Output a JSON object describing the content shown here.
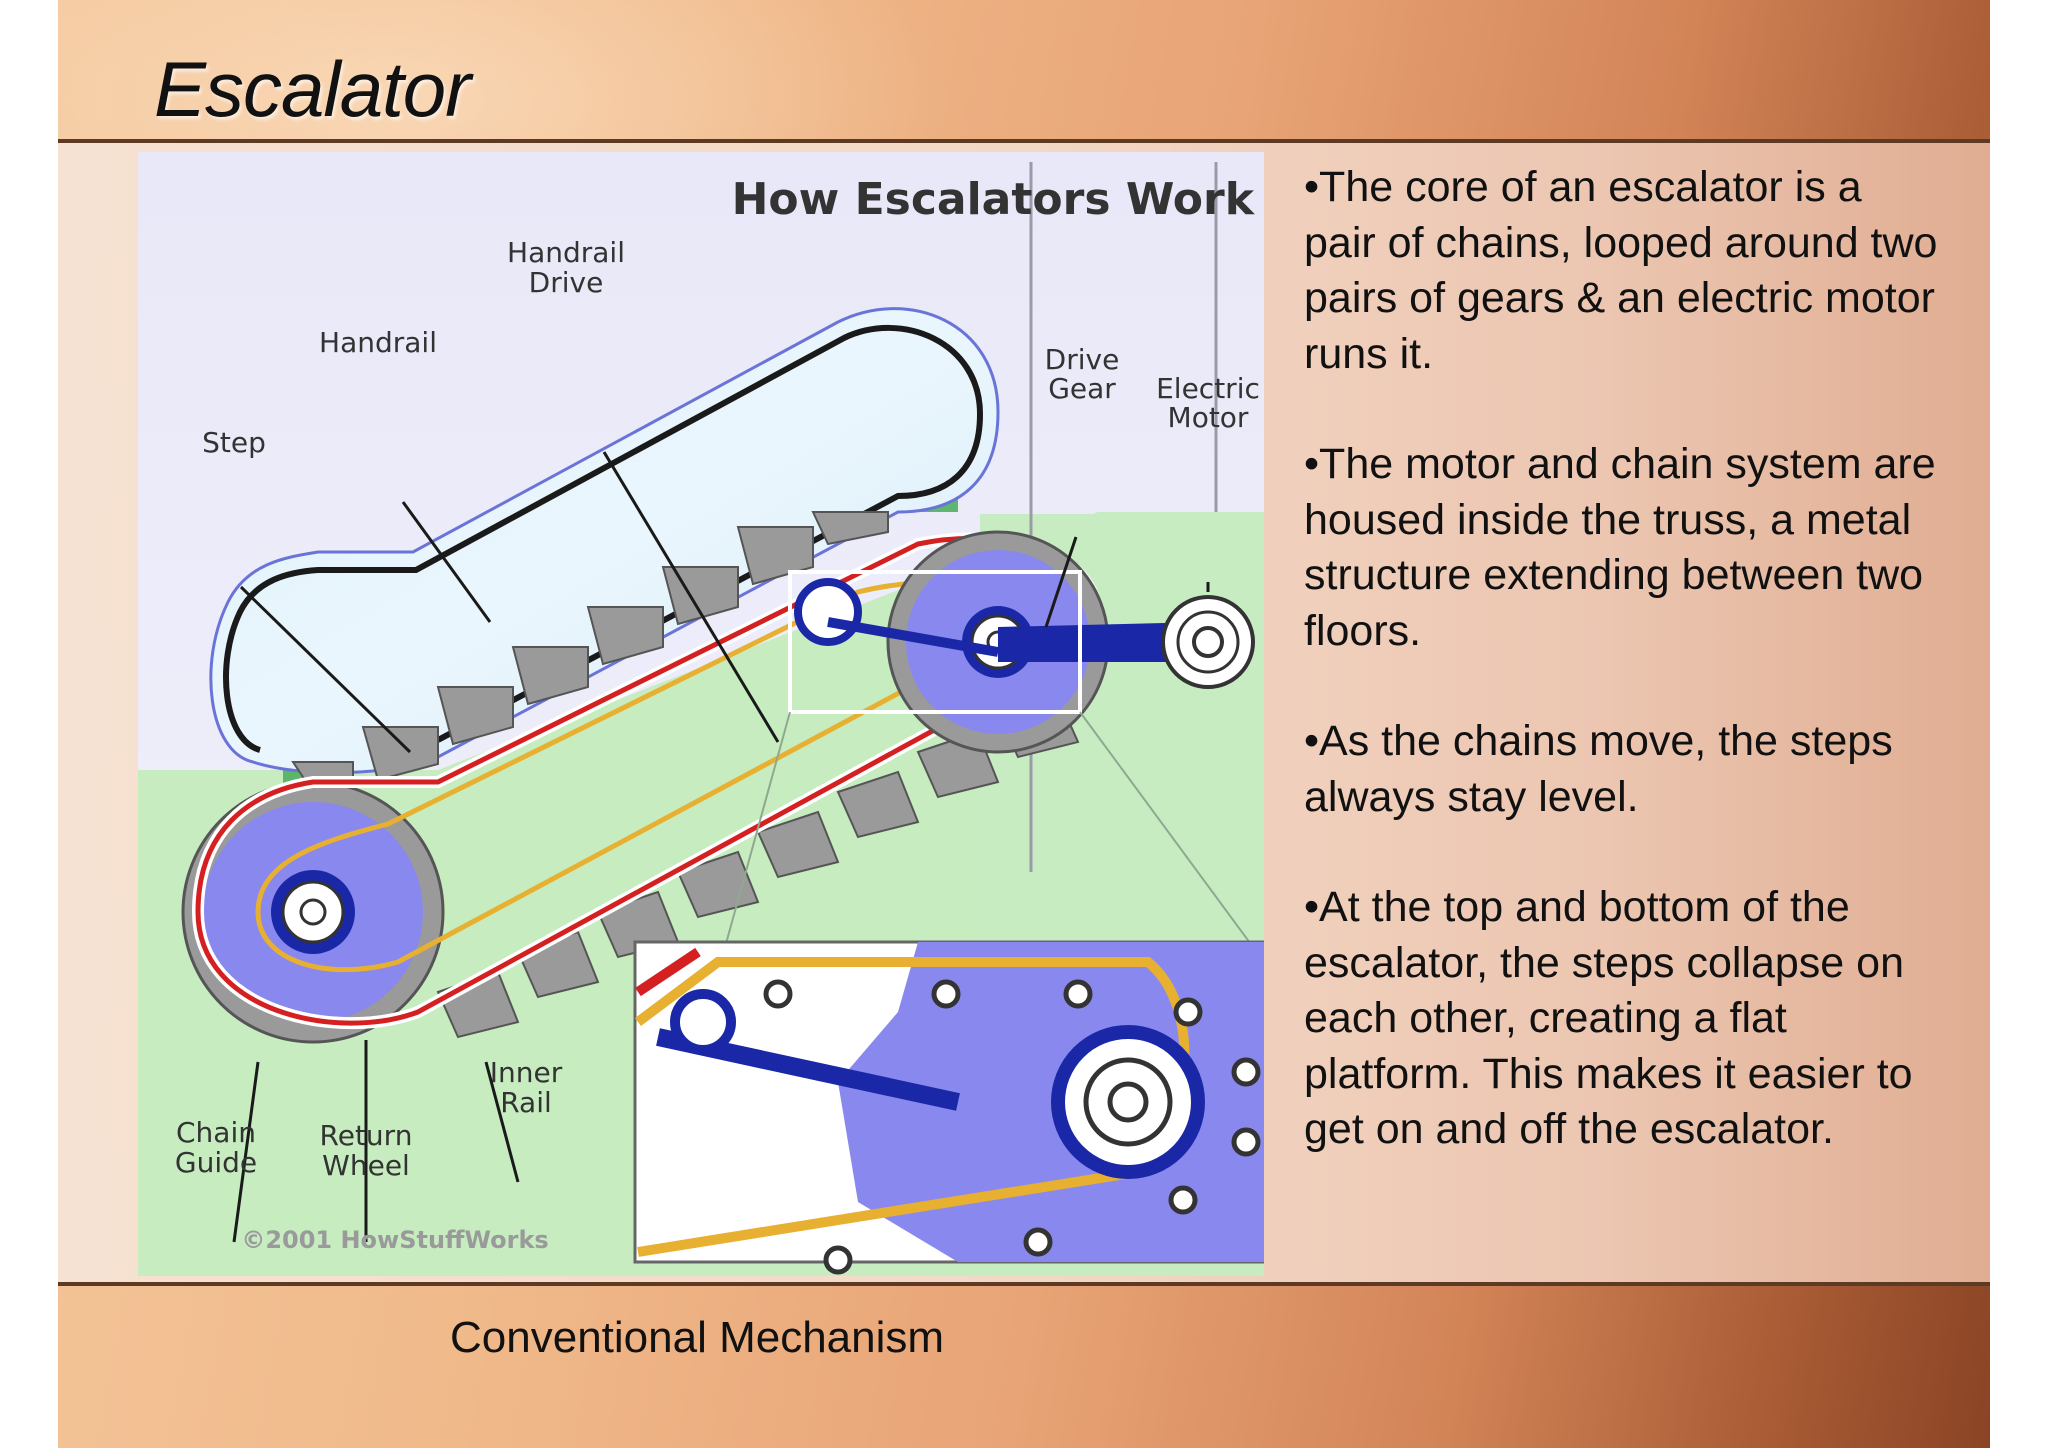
{
  "slide": {
    "title": "Escalator",
    "caption": "Conventional Mechanism"
  },
  "figure": {
    "heading": "How Escalators Work",
    "labels": {
      "handrail_drive_1": "Handrail",
      "handrail_drive_2": "Drive",
      "handrail": "Handrail",
      "step": "Step",
      "drive_gear_1": "Drive",
      "drive_gear_2": "Gear",
      "electric_motor_1": "Electric",
      "electric_motor_2": "Motor",
      "inner_rail_1": "Inner",
      "inner_rail_2": "Rail",
      "chain_guide_1": "Chain",
      "chain_guide_2": "Guide",
      "return_wheel_1": "Return",
      "return_wheel_2": "Wheel"
    },
    "copyright": "©2001 HowStuffWorks"
  },
  "bullets": [
    "•The core of an escalator is a pair of chains, looped around two pairs of gears & an electric motor runs it.",
    "•The motor and chain system are housed inside the truss, a metal structure extending between two floors.",
    "•As the chains move, the steps always stay level.",
    "•At the top and bottom of the escalator, the steps collapse on each other, creating a flat platform. This makes it easier to get on and off the escalator."
  ],
  "colors": {
    "chain_red": "#d42020",
    "gear_blue": "#8888ee",
    "drive_blue": "#1a28a8",
    "chain_yellow": "#e8b030",
    "floor_green": "#c6ecc0",
    "truss_green": "#4fb060"
  }
}
